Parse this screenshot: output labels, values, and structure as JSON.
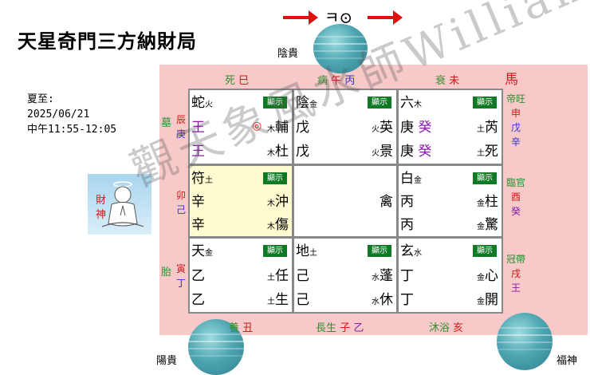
{
  "title": "天星奇門三方納財局",
  "season": {
    "term": "夏至:",
    "date": "2025/06/21",
    "time": "中午11:55-12:05"
  },
  "header_symbol": "ㅋ⊙",
  "corner_labels": {
    "top": "陰貴",
    "bottom_left": "陽貴",
    "bottom_right": "福神"
  },
  "god_image": {
    "label1": "財",
    "label2": "神"
  },
  "top_labels": [
    {
      "stage": "死",
      "branch": "巳"
    },
    {
      "stage": "病",
      "branch": "午",
      "stem": "丙"
    },
    {
      "stage": "衰",
      "branch": "未"
    }
  ],
  "horse_label": "馬",
  "left_labels": [
    {
      "stage": "墓",
      "branch": "辰",
      "stem": "庚"
    },
    {
      "branch": "卯",
      "stem": "己"
    },
    {
      "stage": "胎",
      "branch": "寅",
      "stem": "丁"
    }
  ],
  "right_labels": [
    {
      "stage": "帝旺",
      "branch": "申",
      "stem1": "戊",
      "stem2": "辛"
    },
    {
      "stage": "臨官",
      "branch": "酉",
      "stem": "癸"
    },
    {
      "stage": "冠帶",
      "branch": "戌",
      "stem": "王"
    }
  ],
  "bottom_labels": [
    {
      "stage": "養",
      "branch": "丑"
    },
    {
      "stage": "長生",
      "branch": "子",
      "stem": "乙"
    },
    {
      "stage": "沐浴",
      "branch": "亥"
    }
  ],
  "show_label": "顯示",
  "palaces": {
    "p1": {
      "god": "蛇",
      "god_el": "火",
      "s1": "王",
      "s2": "王",
      "mark": "◎",
      "star_el": "木",
      "star": "輔",
      "door_el": "木",
      "door": "杜"
    },
    "p2": {
      "god": "陰",
      "god_el": "金",
      "s1": "戊",
      "s2": "戊",
      "star_el": "火",
      "star": "英",
      "door_el": "火",
      "door": "景"
    },
    "p3": {
      "god": "六",
      "god_el": "木",
      "s1": "庚",
      "s1b": "癸",
      "s2": "庚",
      "s2b": "癸",
      "star_el": "土",
      "star": "芮",
      "door_el": "土",
      "door": "死"
    },
    "p4": {
      "god": "符",
      "god_el": "土",
      "s1": "辛",
      "s2": "辛",
      "star_el": "木",
      "star": "沖",
      "door_el": "木",
      "door": "傷"
    },
    "p5": {
      "center": "禽"
    },
    "p6": {
      "god": "白",
      "god_el": "金",
      "s1": "丙",
      "s2": "丙",
      "star_el": "金",
      "star": "柱",
      "door_el": "金",
      "door": "驚"
    },
    "p7": {
      "god": "天",
      "god_el": "金",
      "s1": "乙",
      "s2": "乙",
      "star_el": "土",
      "star": "任",
      "door_el": "土",
      "door": "生"
    },
    "p8": {
      "god": "地",
      "god_el": "土",
      "s1": "己",
      "s2": "己",
      "star_el": "水",
      "star": "蓬",
      "door_el": "水",
      "door": "休"
    },
    "p9": {
      "god": "玄",
      "god_el": "水",
      "s1": "丁",
      "s2": "丁",
      "star_el": "金",
      "star": "心",
      "door_el": "金",
      "door": "開"
    }
  },
  "watermark": "觀天象風水師William"
}
